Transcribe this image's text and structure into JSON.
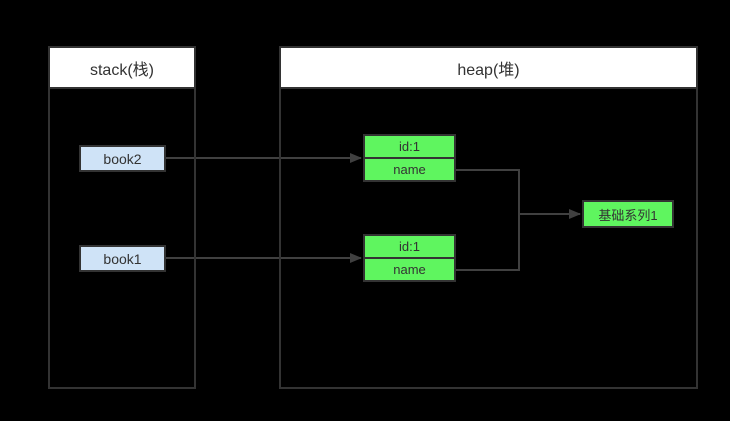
{
  "stack": {
    "title": "stack(栈)",
    "items": [
      {
        "label": "book2"
      },
      {
        "label": "book1"
      }
    ]
  },
  "heap": {
    "title": "heap(堆)",
    "objects": [
      {
        "fields": [
          {
            "label": "id:1"
          },
          {
            "label": "name"
          }
        ]
      },
      {
        "fields": [
          {
            "label": "id:1"
          },
          {
            "label": "name"
          }
        ]
      }
    ],
    "target": {
      "label": "基础系列1"
    }
  },
  "connections": [
    {
      "from": "book2",
      "to": "heap-object-1"
    },
    {
      "from": "book1",
      "to": "heap-object-2"
    },
    {
      "from": "heap-object-1.name",
      "to": "基础系列1"
    },
    {
      "from": "heap-object-2.name",
      "to": "基础系列1"
    }
  ],
  "colors": {
    "background": "#000000",
    "box_border": "#333333",
    "header_background": "#ffffff",
    "stack_item_fill": "#cfe3f7",
    "heap_object_fill": "#5ff55f",
    "connector_line": "#404040",
    "text": "#333333"
  }
}
